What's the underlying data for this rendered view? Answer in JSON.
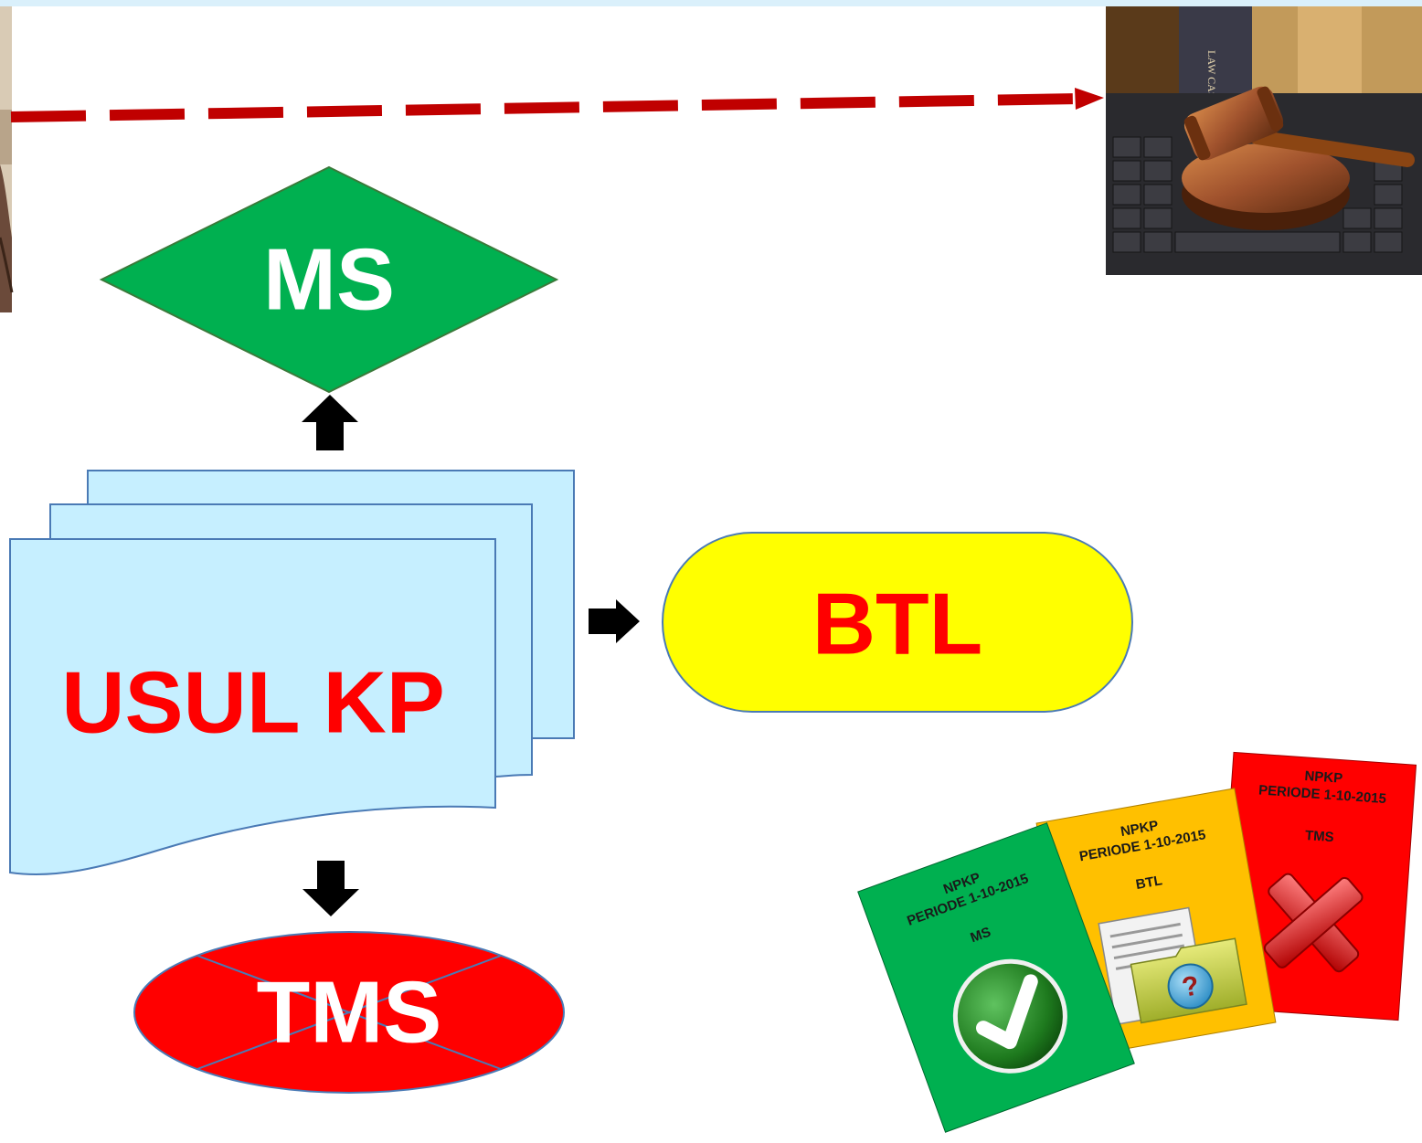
{
  "diagram": {
    "nodes": {
      "ms": {
        "label": "MS",
        "shape": "diamond",
        "fill": "#00b050",
        "text_color": "#ffffff"
      },
      "usul_kp": {
        "label": "USUL KP",
        "shape": "multi-document",
        "fill": "#c6efff",
        "text_color": "#ff0000"
      },
      "btl": {
        "label": "BTL",
        "shape": "terminator",
        "fill": "#ffff00",
        "text_color": "#ff0000"
      },
      "tms": {
        "label": "TMS",
        "shape": "crossed-ellipse",
        "fill": "#ff0000",
        "text_color": "#ffffff"
      }
    },
    "edges": [
      {
        "from": "usul_kp",
        "to": "ms",
        "style": "block-arrow"
      },
      {
        "from": "usul_kp",
        "to": "btl",
        "style": "block-arrow"
      },
      {
        "from": "usul_kp",
        "to": "tms",
        "style": "block-arrow"
      },
      {
        "from": "photo-left",
        "to": "gavel-photo",
        "style": "dashed-arrow",
        "color": "#c00000"
      }
    ]
  },
  "cards": [
    {
      "title": "NPKP",
      "period": "PERIODE 1-10-2015",
      "status": "MS",
      "icon": "check-icon",
      "color": "#00b050"
    },
    {
      "title": "NPKP",
      "period": "PERIODE 1-10-2015",
      "status": "BTL",
      "icon": "folder-question-icon",
      "color": "#ffc000"
    },
    {
      "title": "NPKP",
      "period": "PERIODE 1-10-2015",
      "status": "TMS",
      "icon": "x-icon",
      "color": "#ff0000"
    }
  ],
  "photo": {
    "book_spine_text": "LAW CASES",
    "icon": "gavel-icon"
  },
  "colors": {
    "top_bar": "#daf0fb",
    "arrow_dash": "#c00000",
    "block_arrow": "#000000"
  }
}
